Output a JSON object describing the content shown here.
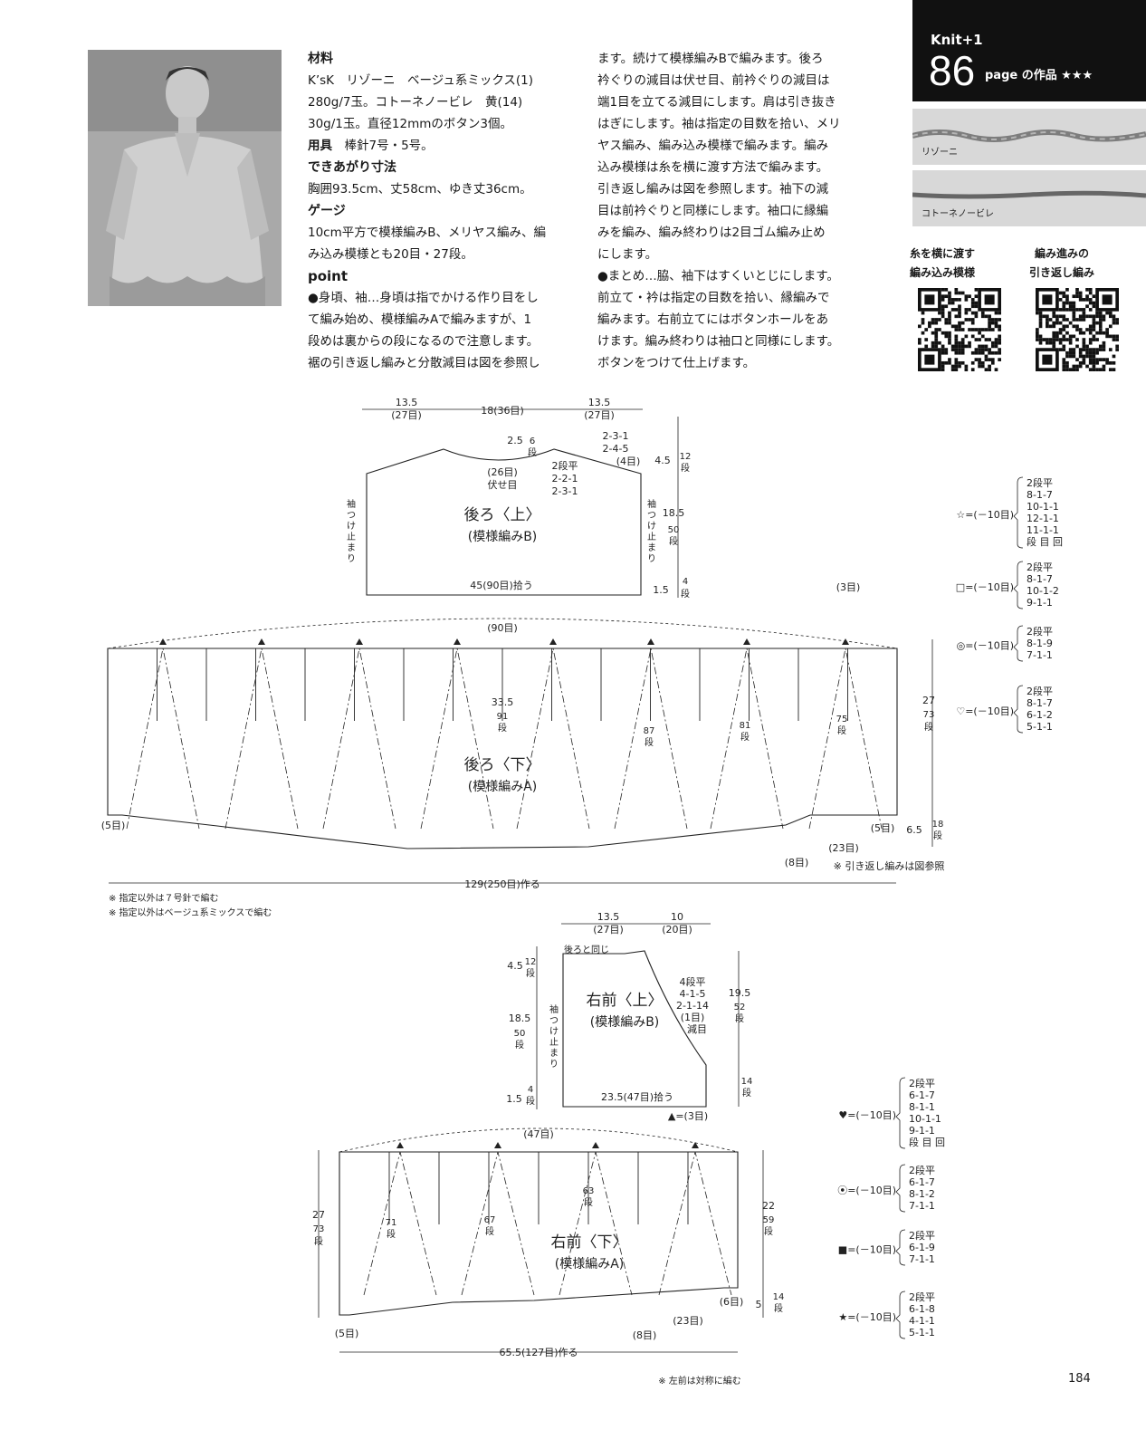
{
  "photo": {
    "icon": "model-photo-icon"
  },
  "materials": {
    "h_materials": "材料",
    "materials_lines": [
      "K’sK　リゾーニ　ベージュ系ミックス(1)",
      "280g/7玉。コトーネノービレ　黄(14)",
      "30g/1玉。直径12mmのボタン3個。"
    ],
    "h_tools": "用具",
    "tools": "棒針7号・5号。",
    "h_size": "できあがり寸法",
    "size": "胸囲93.5cm、丈58cm、ゆき丈36cm。",
    "h_gauge": "ゲージ",
    "gauge_lines": [
      "10cm平方で模様編みB、メリヤス編み、編",
      "み込み模様とも20目・27段。"
    ],
    "h_point": "point",
    "point_lines": [
      "●身頃、袖…身頃は指でかける作り目をし",
      "て編み始め、模様編みAで編みますが、1",
      "段めは裏からの段になるので注意します。",
      "裾の引き返し編みと分散減目は図を参照し"
    ]
  },
  "col2_lines": [
    "ます。続けて模様編みBで編みます。後ろ",
    "衿ぐりの減目は伏せ目、前衿ぐりの減目は",
    "端1目を立てる減目にします。肩は引き抜き",
    "はぎにします。袖は指定の目数を拾い、メリ",
    "ヤス編み、編み込み模様で編みます。編み",
    "込み模様は糸を横に渡す方法で編みます。",
    "引き返し編みは図を参照します。袖下の減",
    "目は前衿ぐりと同様にします。袖口に縁編",
    "みを編み、編み終わりは2目ゴム編み止め",
    "にします。",
    "●まとめ…脇、袖下はすくいとじにします。",
    "前立て・衿は指定の目数を拾い、縁編みで",
    "編みます。右前立てにはボタンホールをあ",
    "けます。編み終わりは袖口と同様にします。",
    "ボタンをつけて仕上げます。"
  ],
  "badge": {
    "brand": "Knit+1",
    "number": "86",
    "page_text": "page の作品 ★★★"
  },
  "yarns": [
    {
      "label": "リゾーニ",
      "color": "#8a8a8a"
    },
    {
      "label": "コトーネノービレ",
      "color": "#6d6d6d"
    }
  ],
  "qr": [
    {
      "caption1": "糸を横に渡す",
      "caption2": "編み込み模様",
      "icon": "qr-code-icon"
    },
    {
      "caption1": "編み進みの",
      "caption2": "引き返し編み",
      "icon": "qr-code-icon"
    }
  ],
  "back_upper": {
    "title": "後ろ〈上〉",
    "pattern": "(模様編みB)",
    "w_left": "13.5",
    "w_left_st": "(27目)",
    "w_mid": "18(36目)",
    "w_right": "13.5",
    "w_right_st": "(27目)",
    "neck_depth": "2.5",
    "neck_rows": [
      "6",
      "段"
    ],
    "neck_bind": "(26目)",
    "neck_bind2": "伏せ目",
    "dec_a": [
      "2-3-1",
      "2-4-5",
      "(4目)"
    ],
    "dec_b": [
      "2段平",
      "2-2-1",
      "2-3-1"
    ],
    "h1": "4.5",
    "h1_rows": [
      "12",
      "段"
    ],
    "h2": "18.5",
    "h2_rows": [
      "50",
      "段"
    ],
    "h3": "1.5",
    "h3_rows": [
      "4",
      "段"
    ],
    "sleeve_mark": [
      "袖",
      "つ",
      "け",
      "止",
      "ま",
      "り"
    ],
    "pickup": "45(90目)拾う"
  },
  "back_lower": {
    "title": "後ろ〈下〉",
    "pattern": "(模様編みA)",
    "top": "(90目)",
    "top_right": "(3目)",
    "cm1": "33.5",
    "rows_label": "段",
    "r1": "91",
    "r2": "87",
    "r3": "81",
    "r4": "75",
    "h": "27",
    "h_rows": [
      "73",
      "段"
    ],
    "h_b": "6.5",
    "h_b_rows": [
      "18",
      "段"
    ],
    "left_st": "(5目)",
    "right_st": "(5目)",
    "st_23": "(23目)",
    "st_8": "(8目)",
    "note_ref": "※ 引き返し編みは図参照",
    "cast_on": "129(250目)作る"
  },
  "notes": [
    "※ 指定以外は７号針で編む",
    "※ 指定以外はベージュ系ミックスで編む"
  ],
  "legend_back": [
    {
      "sym": "☆=(－10目)",
      "lines": [
        "2段平",
        "8-1-7",
        "10-1-1",
        "12-1-1",
        "11-1-1",
        "段 目 回"
      ]
    },
    {
      "sym": "□=(－10目)",
      "lines": [
        "2段平",
        "8-1-7",
        "10-1-2",
        "9-1-1"
      ]
    },
    {
      "sym": "◎=(－10目)",
      "lines": [
        "2段平",
        "8-1-9",
        "7-1-1"
      ]
    },
    {
      "sym": "♡=(－10目)",
      "lines": [
        "2段平",
        "8-1-7",
        "6-1-2",
        "5-1-1"
      ]
    }
  ],
  "front_upper": {
    "title": "右前〈上〉",
    "pattern": "(模様編みB)",
    "w1": "13.5",
    "w1_st": "(27目)",
    "w2": "10",
    "w2_st": "(20目)",
    "same": "後ろと同じ",
    "dec": [
      "4段平",
      "4-1-5",
      "2-1-14",
      "(1目)",
      "減目"
    ],
    "h1": "4.5",
    "h1_rows": [
      "12",
      "段"
    ],
    "h2": "18.5",
    "h2_rows": [
      "50",
      "段"
    ],
    "h3": "1.5",
    "h3_rows": [
      "4",
      "段"
    ],
    "rh1": "19.5",
    "rh1_rows": [
      "52",
      "段"
    ],
    "rh2_rows": [
      "14",
      "段"
    ],
    "pickup": "23.5(47目)拾う",
    "mark3": "▲=(3目)"
  },
  "front_lower": {
    "title": "右前〈下〉",
    "pattern": "(模様編みA)",
    "top": "(47目)",
    "r1": "71",
    "r2": "67",
    "r3": "63",
    "rows_label": "段",
    "h": "27",
    "h_rows": [
      "73",
      "段"
    ],
    "rh": "22",
    "rh_rows": [
      "59",
      "段"
    ],
    "h_b": "5",
    "h_b_rows": [
      "14",
      "段"
    ],
    "left_st": "(5目)",
    "right_st": "(6目)",
    "st_23": "(23目)",
    "st_8": "(8目)",
    "cast_on": "65.5(127目)作る",
    "note": "※ 左前は対称に編む"
  },
  "legend_front": [
    {
      "sym": "♥=(－10目)",
      "lines": [
        "2段平",
        "6-1-7",
        "8-1-1",
        "10-1-1",
        "9-1-1",
        "段 目 回"
      ]
    },
    {
      "sym": "⦿=(－10目)",
      "lines": [
        "2段平",
        "6-1-7",
        "8-1-2",
        "7-1-1"
      ]
    },
    {
      "sym": "■=(－10目)",
      "lines": [
        "2段平",
        "6-1-9",
        "7-1-1"
      ]
    },
    {
      "sym": "★=(－10目)",
      "lines": [
        "2段平",
        "6-1-8",
        "4-1-1",
        "5-1-1"
      ]
    }
  ],
  "page_number": "184"
}
